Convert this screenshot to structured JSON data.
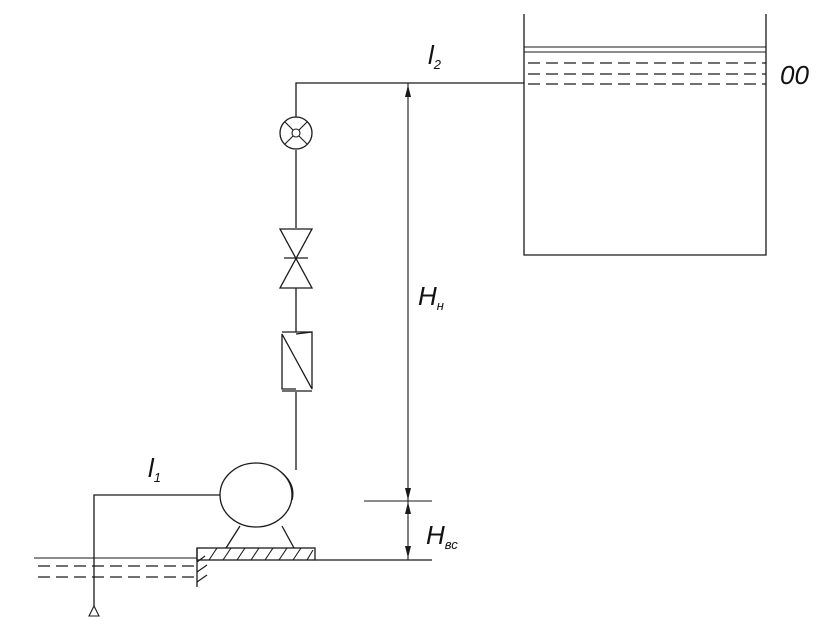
{
  "labels": {
    "l2": {
      "main": "l",
      "sub": "2"
    },
    "l1": {
      "main": "l",
      "sub": "1"
    },
    "hn": {
      "main": "H",
      "sub": "н"
    },
    "hvs": {
      "main": "H",
      "sub": "вс"
    },
    "level": "00"
  }
}
